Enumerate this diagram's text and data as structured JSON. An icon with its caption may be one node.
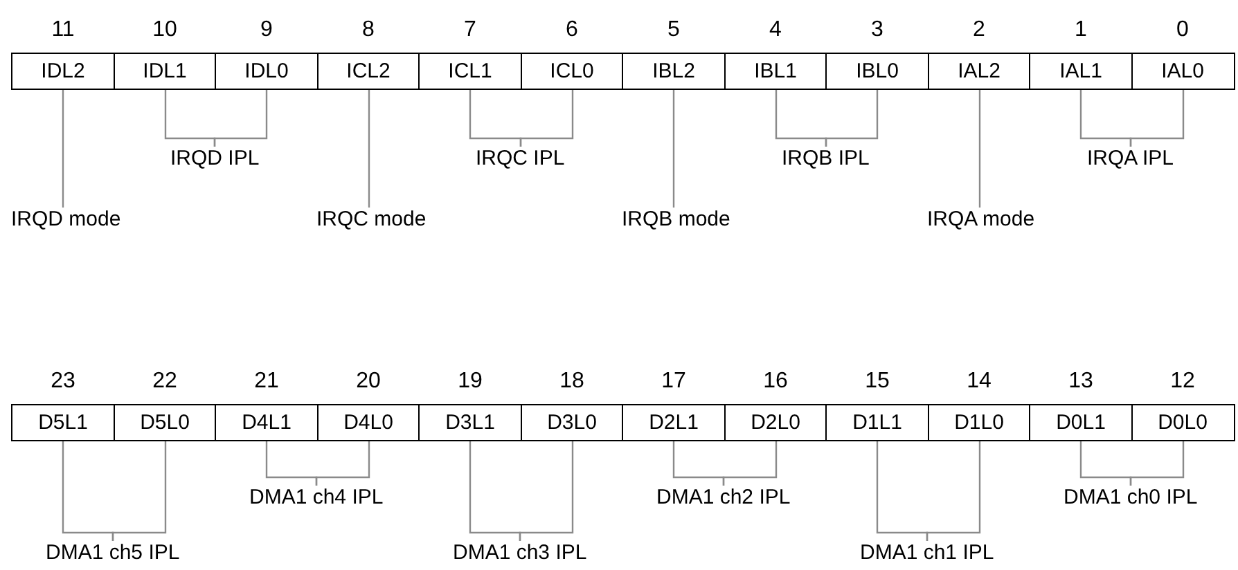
{
  "diagram": {
    "nodes": [
      {
        "text": [
          "IDL2"
        ],
        "beside": [
          "11"
        ]
      },
      {
        "text": [
          "IDL1"
        ],
        "beside": [
          "10"
        ]
      },
      {
        "text": [
          "IDL0"
        ],
        "beside": [
          "9"
        ]
      },
      {
        "text": [
          "ICL2"
        ],
        "beside": [
          "8"
        ]
      },
      {
        "text": [
          "ICL1"
        ],
        "beside": [
          "7"
        ]
      },
      {
        "text": [
          "ICL0"
        ],
        "beside": [
          "6"
        ]
      },
      {
        "text": [
          "IBL2"
        ],
        "beside": [
          "5"
        ]
      },
      {
        "text": [
          "IBL1"
        ],
        "beside": [
          "4"
        ]
      },
      {
        "text": [
          "IBL0"
        ],
        "beside": [
          "3"
        ]
      },
      {
        "text": [
          "IAL2"
        ],
        "beside": [
          "2"
        ]
      },
      {
        "text": [
          "IAL1"
        ],
        "beside": [
          "1"
        ]
      },
      {
        "text": [
          "IAL0"
        ],
        "beside": [
          "0"
        ]
      },
      {
        "text": [
          "IRQD IPL"
        ]
      },
      {
        "text": [
          "IRQC IPL"
        ]
      },
      {
        "text": [
          "IRQB IPL"
        ]
      },
      {
        "text": [
          "IRQA IPL"
        ]
      },
      {
        "text": [
          "IRQD mode"
        ]
      },
      {
        "text": [
          "IRQC mode"
        ]
      },
      {
        "text": [
          "IRQB mode"
        ]
      },
      {
        "text": [
          "IRQA mode"
        ]
      },
      {
        "text": [
          "D5L1"
        ],
        "beside": [
          "23"
        ]
      },
      {
        "text": [
          "D5L0"
        ],
        "beside": [
          "22"
        ]
      },
      {
        "text": [
          "D4L1"
        ],
        "beside": [
          "21"
        ]
      },
      {
        "text": [
          "D4L0"
        ],
        "beside": [
          "20"
        ]
      },
      {
        "text": [
          "D3L1"
        ],
        "beside": [
          "19"
        ]
      },
      {
        "text": [
          "D3L0"
        ],
        "beside": [
          "18"
        ]
      },
      {
        "text": [
          "D2L1"
        ],
        "beside": [
          "17"
        ]
      },
      {
        "text": [
          "D2L0"
        ],
        "beside": [
          "16"
        ]
      },
      {
        "text": [
          "D1L1"
        ],
        "beside": [
          "15"
        ]
      },
      {
        "text": [
          "D1L0"
        ],
        "beside": [
          "14"
        ]
      },
      {
        "text": [
          "D0L1"
        ],
        "beside": [
          "13"
        ]
      },
      {
        "text": [
          "D0L0"
        ],
        "beside": [
          "12"
        ]
      },
      {
        "text": [
          "DMA1 ch4 IPL"
        ]
      },
      {
        "text": [
          "DMA1 ch2 IPL"
        ]
      },
      {
        "text": [
          "DMA1 ch0 IPL"
        ]
      },
      {
        "text": [
          "DMA1 ch5 IPL"
        ]
      },
      {
        "text": [
          "DMA1 ch3 IPL"
        ]
      },
      {
        "text": [
          "DMA1 ch1 IPL"
        ]
      }
    ],
    "edges": [
      {
        "from": 12,
        "to": 1,
        "arrow": "none"
      },
      {
        "from": 12,
        "to": 2,
        "arrow": "none"
      },
      {
        "from": 13,
        "to": 4,
        "arrow": "none"
      },
      {
        "from": 13,
        "to": 5,
        "arrow": "none"
      },
      {
        "from": 14,
        "to": 7,
        "arrow": "none"
      },
      {
        "from": 14,
        "to": 8,
        "arrow": "none"
      },
      {
        "from": 15,
        "to": 10,
        "arrow": "none"
      },
      {
        "from": 15,
        "to": 11,
        "arrow": "none"
      },
      {
        "from": 16,
        "to": 0,
        "arrow": "none"
      },
      {
        "from": 17,
        "to": 3,
        "arrow": "none"
      },
      {
        "from": 18,
        "to": 6,
        "arrow": "none"
      },
      {
        "from": 19,
        "to": 9,
        "arrow": "none"
      },
      {
        "from": 32,
        "to": 22,
        "arrow": "none"
      },
      {
        "from": 32,
        "to": 23,
        "arrow": "none"
      },
      {
        "from": 33,
        "to": 26,
        "arrow": "none"
      },
      {
        "from": 33,
        "to": 27,
        "arrow": "none"
      },
      {
        "from": 34,
        "to": 30,
        "arrow": "none"
      },
      {
        "from": 34,
        "to": 31,
        "arrow": "none"
      },
      {
        "from": 35,
        "to": 20,
        "arrow": "none"
      },
      {
        "from": 35,
        "to": 21,
        "arrow": "none"
      },
      {
        "from": 36,
        "to": 24,
        "arrow": "none"
      },
      {
        "from": 36,
        "to": 25,
        "arrow": "none"
      },
      {
        "from": 37,
        "to": 28,
        "arrow": "none"
      },
      {
        "from": 37,
        "to": 29,
        "arrow": "none"
      }
    ]
  }
}
